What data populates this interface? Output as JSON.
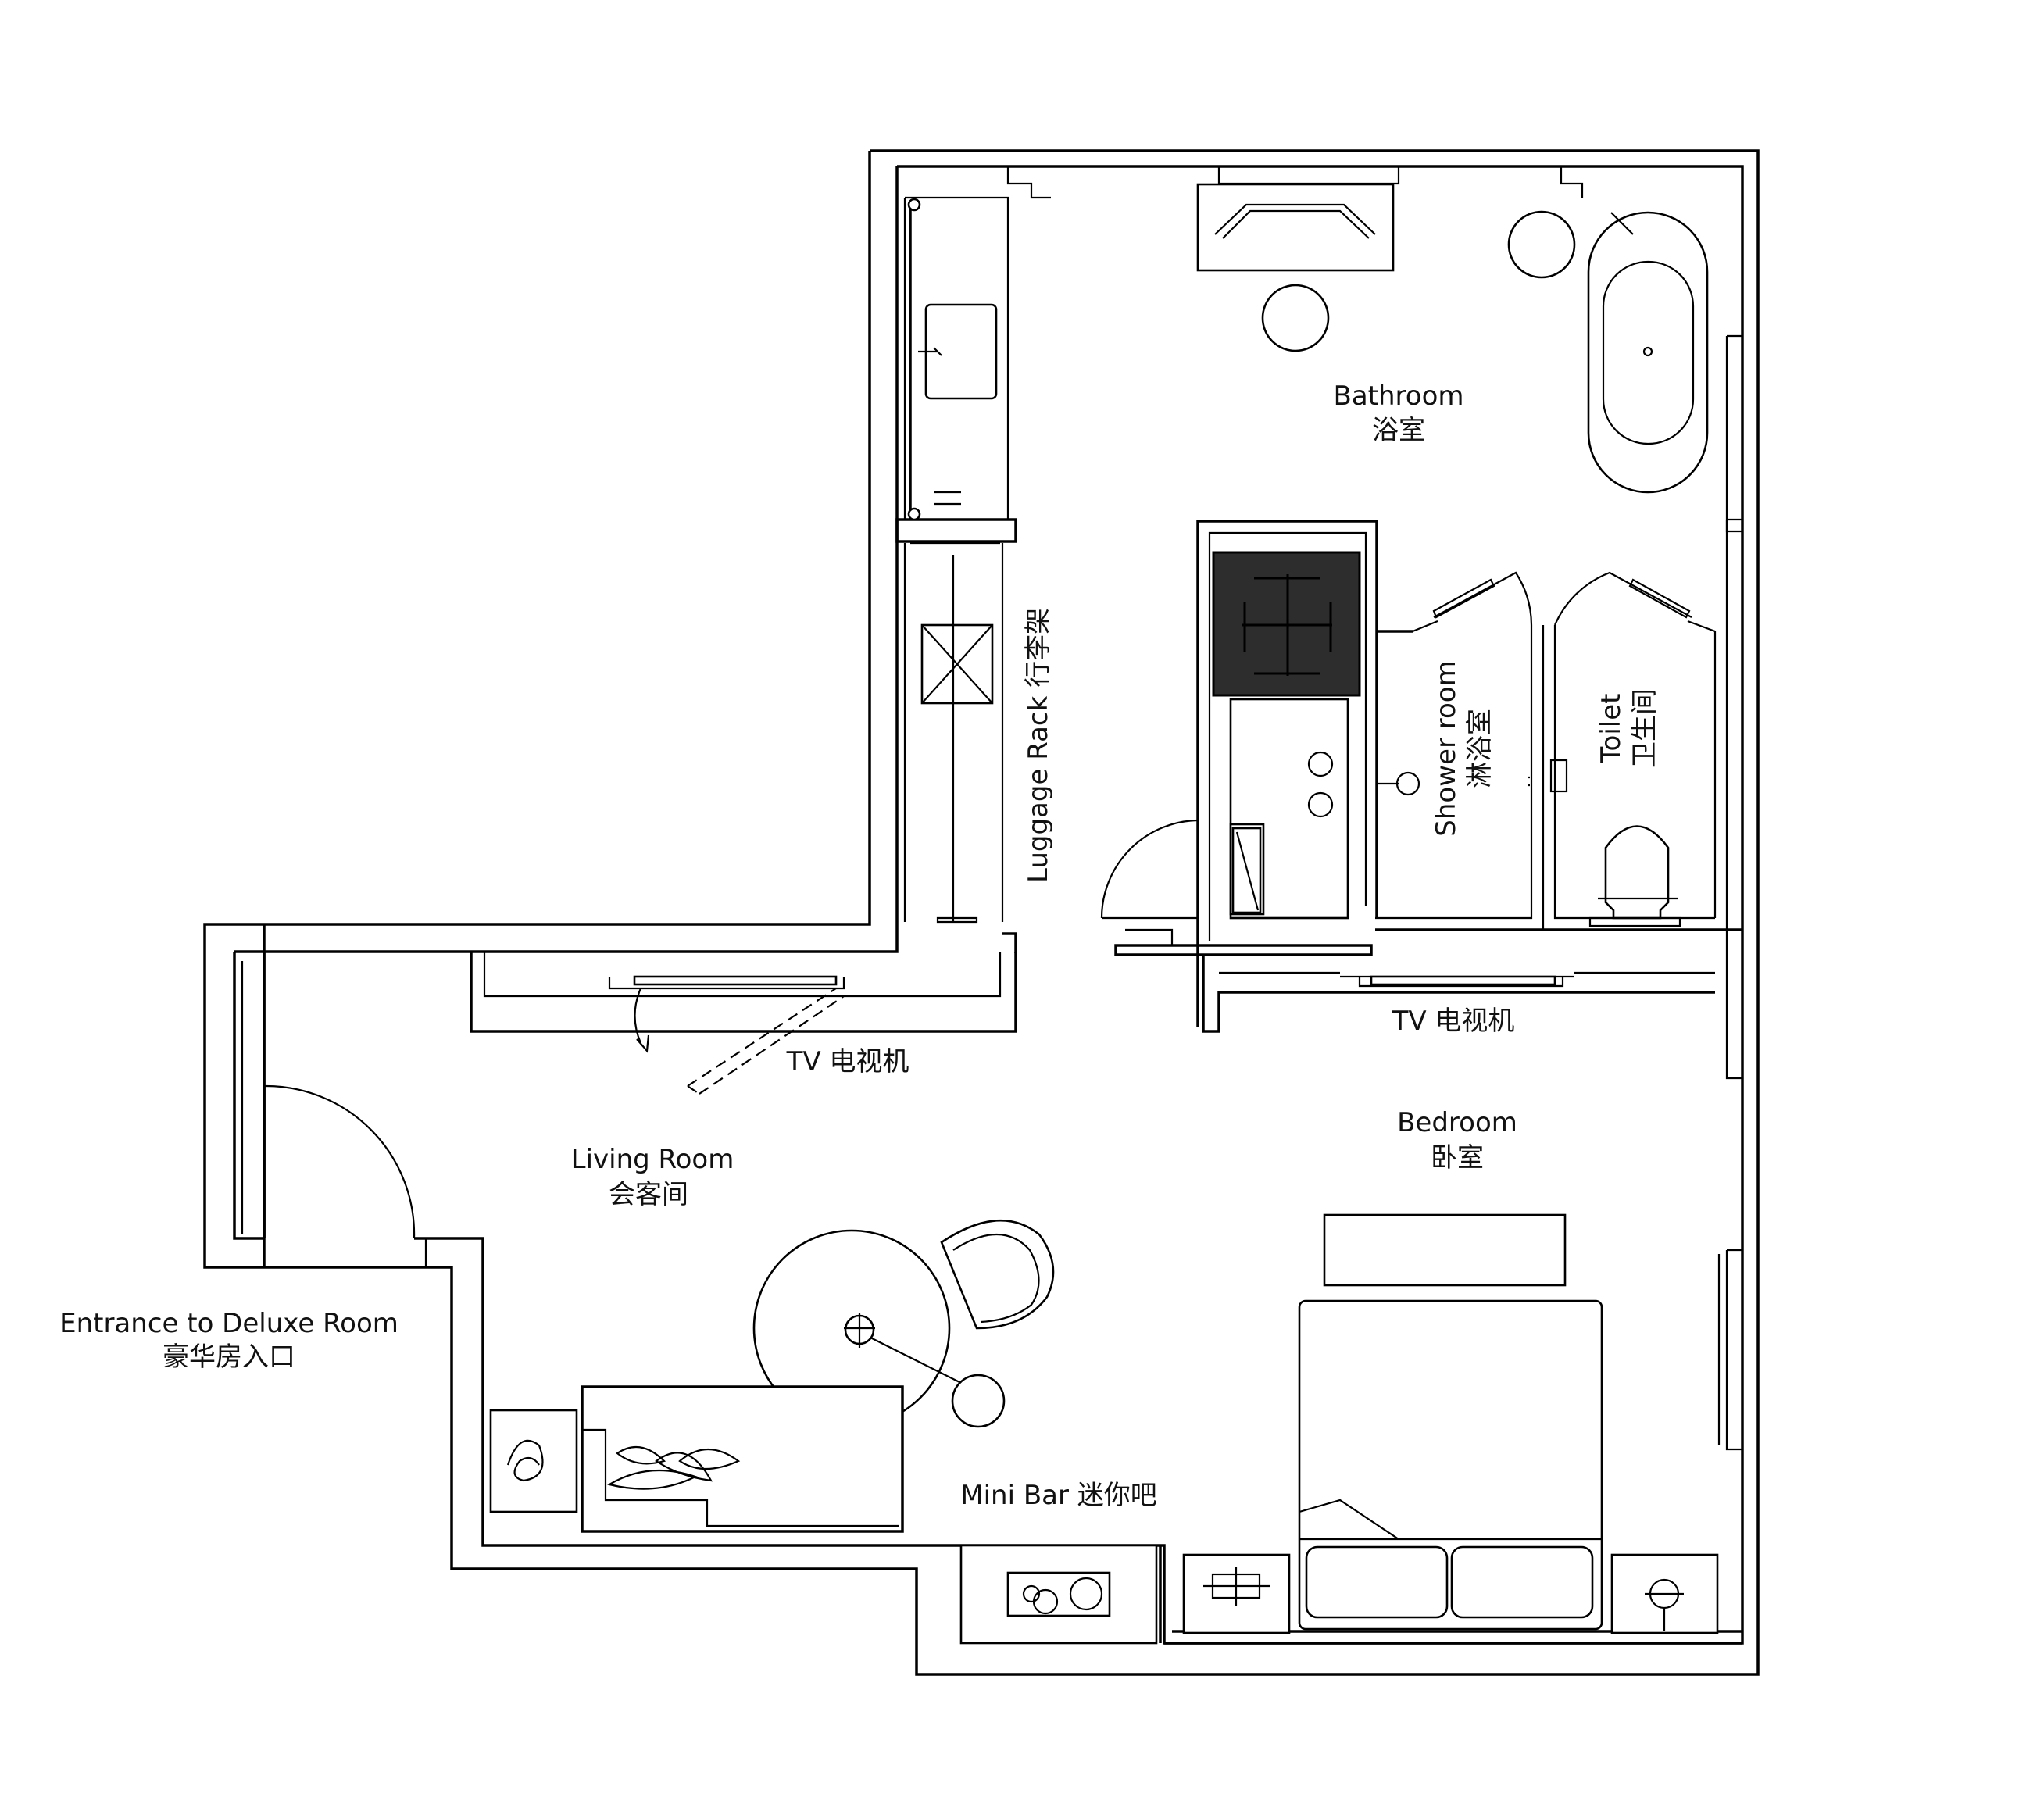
{
  "rooms": {
    "bathroom": {
      "en": "Bathroom",
      "zh": "浴室"
    },
    "shower": {
      "en": "Shower room",
      "zh": "淋浴室"
    },
    "toilet": {
      "en": "Toilet",
      "zh": "卫生间"
    },
    "luggage": {
      "en": "Luggage Rack",
      "zh": "行李架"
    },
    "living": {
      "en": "Living Room",
      "zh": "会客间"
    },
    "bedroom": {
      "en": "Bedroom",
      "zh": "卧室"
    },
    "entrance": {
      "en": "Entrance to Deluxe Room",
      "zh": "豪华房入口"
    }
  },
  "labels": {
    "tv_living": "TV 电视机",
    "tv_bedroom": "TV 电视机",
    "minibar": "Mini Bar 迷你吧"
  },
  "colors": {
    "line": "#000000",
    "background": "#ffffff",
    "dark_fill": "#2d2d2d"
  }
}
